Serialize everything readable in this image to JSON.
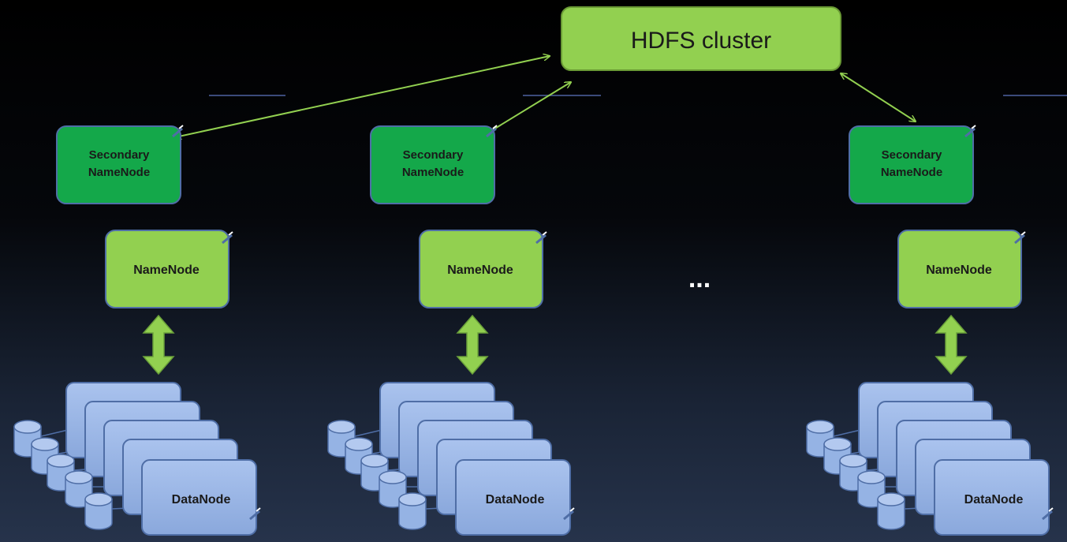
{
  "cluster": {
    "label": "HDFS cluster"
  },
  "ellipsis": "...",
  "groups": [
    {
      "secondary_label": "Secondary\nNameNode",
      "namenode_label": "NameNode",
      "datanode_label": "DataNode"
    },
    {
      "secondary_label": "Secondary\nNameNode",
      "namenode_label": "NameNode",
      "datanode_label": "DataNode"
    },
    {
      "secondary_label": "Secondary\nNameNode",
      "namenode_label": "NameNode",
      "datanode_label": "DataNode"
    }
  ],
  "colors": {
    "cluster_fill": "#92d050",
    "secondary_fill": "#14a84a",
    "namenode_fill": "#92d050",
    "datanode_fill": "#95b3e4",
    "connector": "#92d050",
    "node_border": "#4f6ea6"
  }
}
